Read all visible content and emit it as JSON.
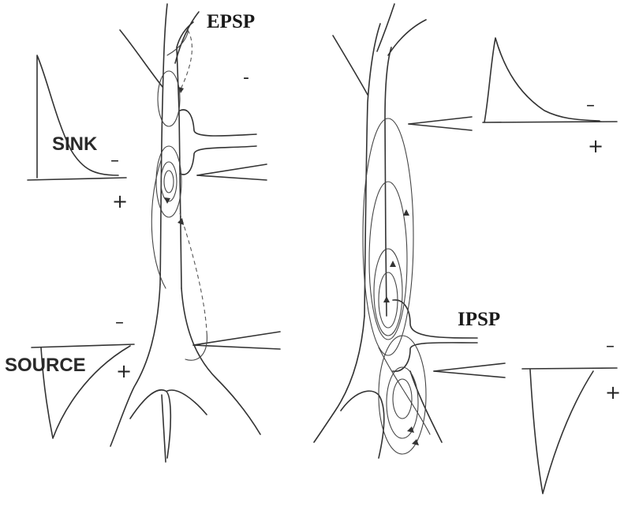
{
  "labels": {
    "epsp": "EPSP",
    "ipsp": "IPSP",
    "sink": "SINK",
    "source": "SOURCE"
  },
  "signs": {
    "minus": "-",
    "dash": "–",
    "plus": "+"
  }
}
